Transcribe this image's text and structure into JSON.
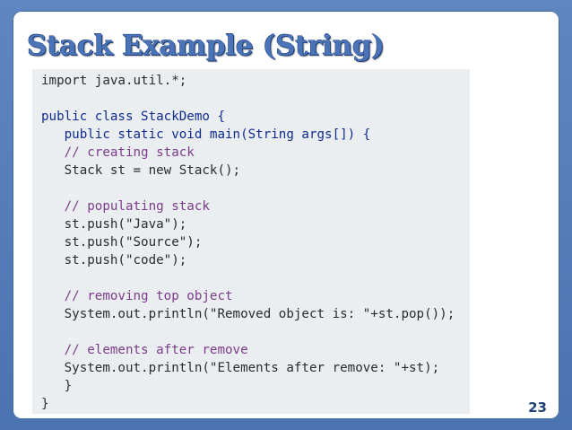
{
  "slide": {
    "title": "Stack Example (String)",
    "page_number": "23"
  },
  "code": {
    "lines": [
      "import java.util.*;",
      "",
      "public class StackDemo {",
      "   public static void main(String args[]) {",
      "   // creating stack",
      "   Stack st = new Stack();",
      "",
      "   // populating stack",
      "   st.push(\"Java\");",
      "   st.push(\"Source\");",
      "   st.push(\"code\");",
      "",
      "   // removing top object",
      "   System.out.println(\"Removed object is: \"+st.pop());",
      "",
      "   // elements after remove",
      "   System.out.println(\"Elements after remove: \"+st);",
      "   }",
      "}"
    ]
  },
  "colors": {
    "frame": "#4a73b0",
    "title": "#4a73b8",
    "code_background": "#ebeef0",
    "keyword": "#0f2b8f",
    "comment": "#7a3c8a"
  }
}
